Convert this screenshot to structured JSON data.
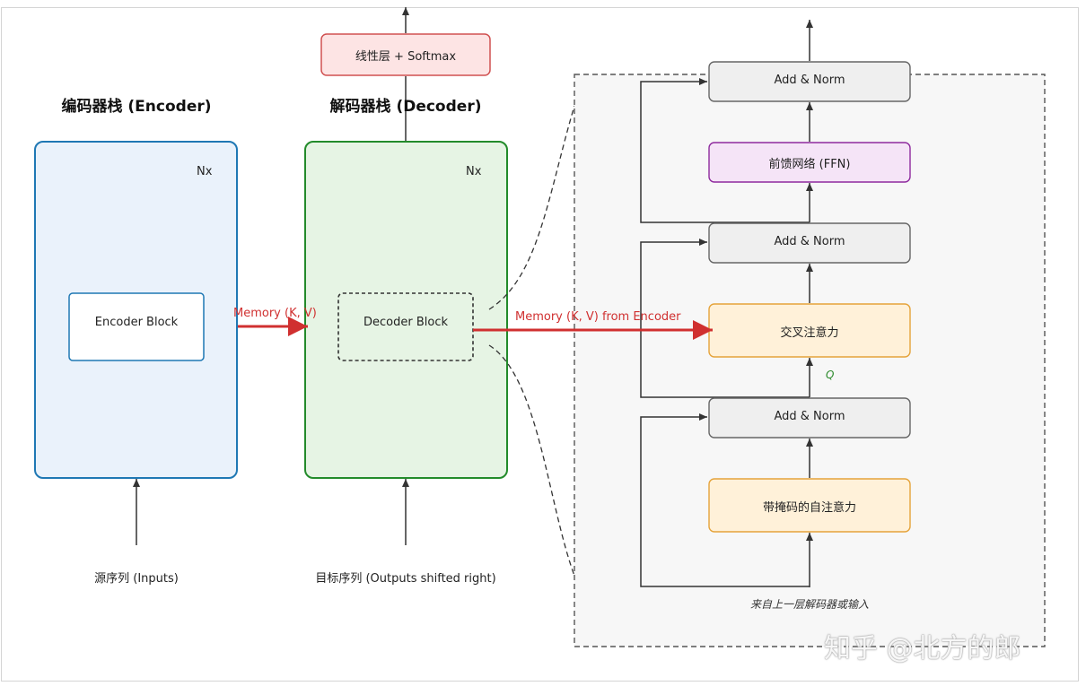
{
  "encoder": {
    "title": "编码器栈 (Encoder)",
    "repeat": "Nx",
    "block": "Encoder Block",
    "input": "源序列 (Inputs)"
  },
  "decoder": {
    "title": "解码器栈 (Decoder)",
    "repeat": "Nx",
    "block": "Decoder Block",
    "input": "目标序列 (Outputs shifted right)",
    "output_layer": "线性层 + Softmax"
  },
  "memory_label": "Memory (K, V)",
  "detail": {
    "add_norm_top": "Add & Norm",
    "ffn": "前馈网络 (FFN)",
    "add_norm_mid": "Add & Norm",
    "cross_attention": "交叉注意力",
    "q_label": "Q",
    "add_norm_bottom": "Add & Norm",
    "masked_self_attention": "带掩码的自注意力",
    "input_caption": "来自上一层解码器或输入",
    "memory_label": "Memory (K, V) from Encoder"
  },
  "watermark": "知乎 @北方的郎",
  "colors": {
    "encoder_border": "#1f78b4",
    "encoder_fill": "#eaf2fb",
    "decoder_border": "#238b2b",
    "decoder_fill": "#e6f4e4",
    "softmax_border": "#d05050",
    "softmax_fill": "#fde4e4",
    "norm_fill": "#efefef",
    "norm_border": "#666666",
    "ffn_border": "#8e2a9e",
    "ffn_fill": "#f5e4f7",
    "attention_border": "#e5a33a",
    "attention_fill": "#fff1d9",
    "memory_arrow": "#d03030"
  }
}
